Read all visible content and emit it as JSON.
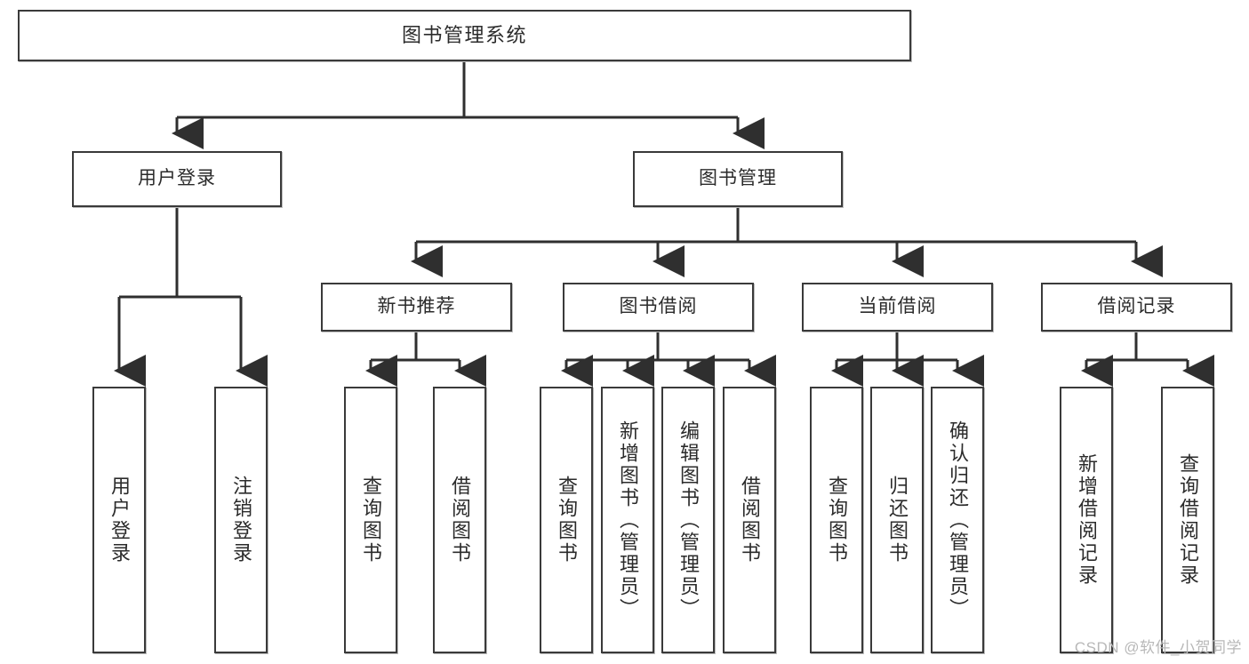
{
  "diagram": {
    "title": "图书管理系统",
    "type": "tree-hierarchy-diagram",
    "colors": {
      "box_border": "#3a3a3a",
      "box_fill": "#ffffff",
      "connector": "#2f2f2f",
      "watermark": "#b8b8b8",
      "background": "#ffffff"
    },
    "root": {
      "label": "图书管理系统"
    },
    "level1": [
      {
        "label": "用户登录"
      },
      {
        "label": "图书管理"
      }
    ],
    "level2": [
      {
        "label": "新书推荐"
      },
      {
        "label": "图书借阅"
      },
      {
        "label": "当前借阅"
      },
      {
        "label": "借阅记录"
      }
    ],
    "leaves": {
      "user_login": [
        {
          "label": "用户登录"
        },
        {
          "label": "注销登录"
        }
      ],
      "new_book_recommend": [
        {
          "label": "查询图书"
        },
        {
          "label": "借阅图书"
        }
      ],
      "book_borrow": [
        {
          "label": "查询图书"
        },
        {
          "label": "新增图书（管理员）"
        },
        {
          "label": "编辑图书（管理员）"
        },
        {
          "label": "借阅图书"
        }
      ],
      "current_borrow": [
        {
          "label": "查询图书"
        },
        {
          "label": "归还图书"
        },
        {
          "label": "确认归还（管理员）"
        }
      ],
      "borrow_records": [
        {
          "label": "新增借阅记录"
        },
        {
          "label": "查询借阅记录"
        }
      ]
    },
    "watermark": "CSDN @软件_小贺同学"
  }
}
